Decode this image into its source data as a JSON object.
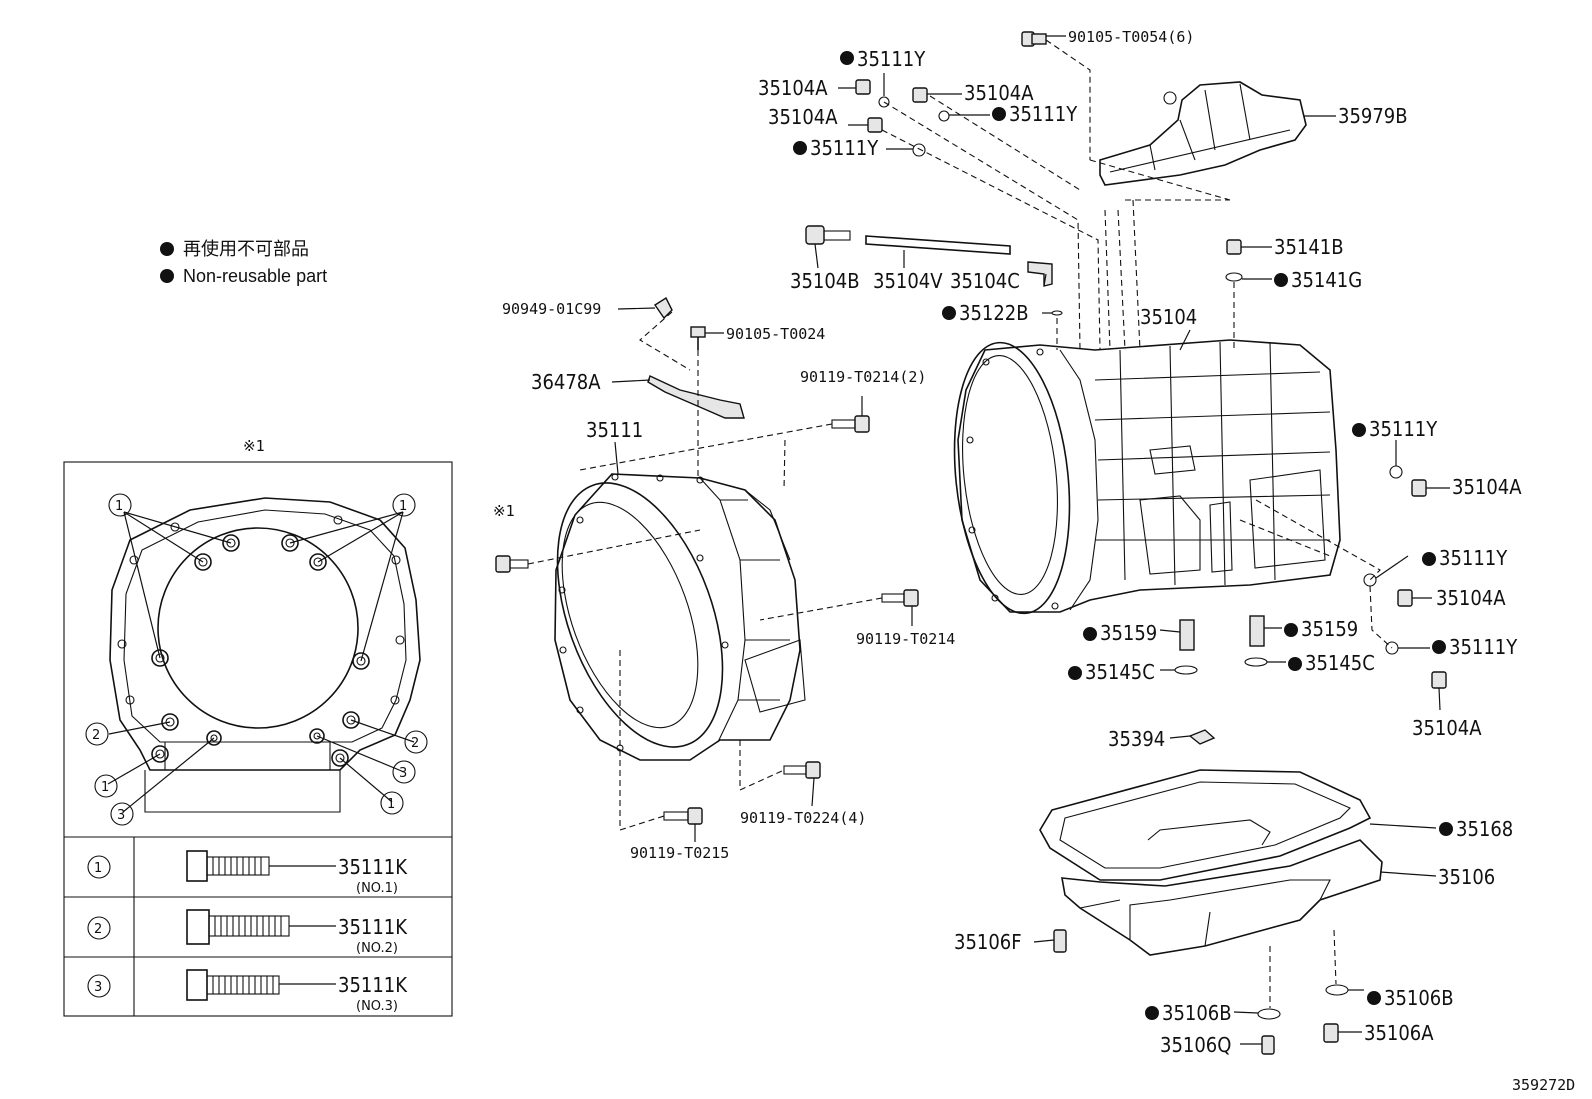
{
  "legend": {
    "jp": "再使用不可部品",
    "en": "Non-reusable part"
  },
  "inset": {
    "mark": "※1",
    "table": [
      {
        "num": "1",
        "part": "35111K",
        "sub": "(NO.1)"
      },
      {
        "num": "2",
        "part": "35111K",
        "sub": "(NO.2)"
      },
      {
        "num": "3",
        "part": "35111K",
        "sub": "(NO.3)"
      }
    ],
    "callouts": [
      "1",
      "1",
      "2",
      "2",
      "1",
      "3",
      "3",
      "1"
    ]
  },
  "mark_ref": "※1",
  "labels": {
    "p_90105_T0054": "90105-T0054(6)",
    "p_35111Y_a": "35111Y",
    "p_35104A_a": "35104A",
    "p_35104A_b": "35104A",
    "p_35104A_c": "35104A",
    "p_35111Y_b": "35111Y",
    "p_35111Y_c": "35111Y",
    "p_35979B": "35979B",
    "p_35104B": "35104B",
    "p_35104V": "35104V",
    "p_35104C": "35104C",
    "p_35141B": "35141B",
    "p_35141G": "35141G",
    "p_35122B": "35122B",
    "p_35104": "35104",
    "p_90949": "90949-01C99",
    "p_90105_T0024": "90105-T0024",
    "p_36478A": "36478A",
    "p_90119_T0214_2": "90119-T0214(2)",
    "p_35111": "35111",
    "p_35111Y_d": "35111Y",
    "p_35104A_d": "35104A",
    "p_35111Y_e": "35111Y",
    "p_35104A_e": "35104A",
    "p_90119_T0214": "90119-T0214",
    "p_35159_a": "35159",
    "p_35159_b": "35159",
    "p_35145C_a": "35145C",
    "p_35145C_b": "35145C",
    "p_35111Y_f": "35111Y",
    "p_35104A_f": "35104A",
    "p_35394": "35394",
    "p_90119_T0224": "90119-T0224(4)",
    "p_90119_T0215": "90119-T0215",
    "p_35168": "35168",
    "p_35106": "35106",
    "p_35106F": "35106F",
    "p_35106B_a": "35106B",
    "p_35106B_b": "35106B",
    "p_35106Q": "35106Q",
    "p_35106A": "35106A"
  },
  "diagram_id": "359272D"
}
